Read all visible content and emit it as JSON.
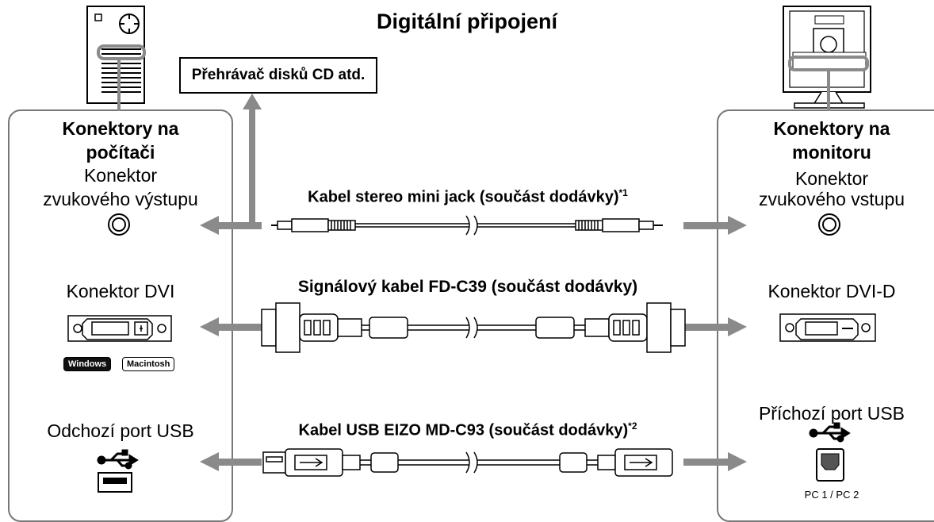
{
  "title": "Digitální připojení",
  "cd_box": "Přehrávač disků CD atd.",
  "computer": {
    "heading_line1": "Konektory na",
    "heading_line2": "počítači",
    "audio_line1": "Konektor",
    "audio_line2": "zvukového výstupu",
    "dvi": "Konektor DVI",
    "badge_windows": "Windows",
    "badge_mac": "Macintosh",
    "usb": "Odchozí port USB"
  },
  "monitor": {
    "heading_line1": "Konektory na",
    "heading_line2": "monitoru",
    "audio_line1": "Konektor",
    "audio_line2": "zvukového vstupu",
    "dvi": "Konektor DVI-D",
    "usb": "Příchozí port USB",
    "pc_label": "PC 1 / PC 2"
  },
  "cables": {
    "audio": "Kabel stereo mini jack (součást dodávky)",
    "audio_note": "*1",
    "signal": "Signálový kabel FD-C39 (součást dodávky)",
    "usb": "Kabel USB EIZO MD-C93 (součást dodávky)",
    "usb_note": "*2"
  },
  "colors": {
    "arrow": "#8a8a8a",
    "panel_border": "#777777",
    "badge_dark": "#111111"
  }
}
